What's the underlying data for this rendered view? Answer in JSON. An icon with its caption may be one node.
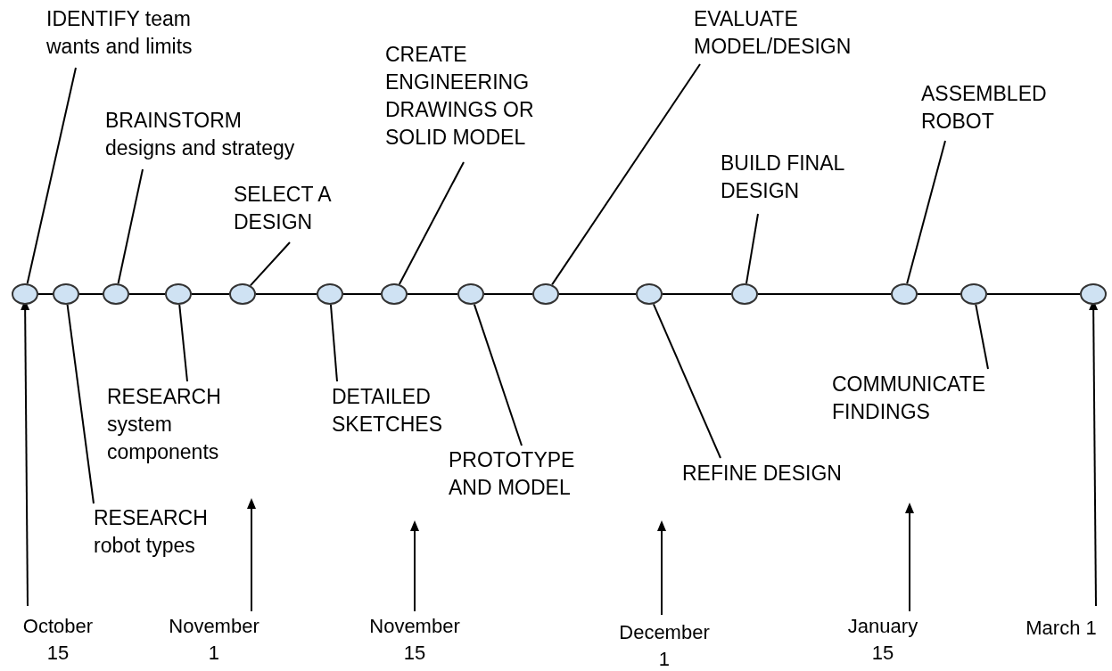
{
  "diagram": {
    "nodes": [
      {
        "text": [],
        "shape": "circle"
      },
      {
        "text": [],
        "shape": "circle"
      },
      {
        "text": [],
        "shape": "circle"
      },
      {
        "text": [],
        "shape": "circle"
      },
      {
        "text": [],
        "shape": "circle"
      },
      {
        "text": [],
        "shape": "circle"
      },
      {
        "text": [],
        "shape": "circle"
      },
      {
        "text": [],
        "shape": "circle"
      },
      {
        "text": [],
        "shape": "circle"
      },
      {
        "text": [],
        "shape": "circle"
      },
      {
        "text": [],
        "shape": "circle"
      },
      {
        "text": [],
        "shape": "circle"
      },
      {
        "text": [],
        "shape": "circle"
      },
      {
        "text": [],
        "shape": "circle"
      },
      {
        "text": [
          "IDENTIFY team wants and limits"
        ]
      },
      {
        "text": [
          "BRAINSTORM",
          "designs and strategy"
        ]
      },
      {
        "text": [
          "SELECT A DESIGN"
        ]
      },
      {
        "text": [
          "CREATE ENGINEERING DRAWINGS OR SOLID MODEL"
        ]
      },
      {
        "text": [
          "EVALUATE MODEL/DESIGN"
        ]
      },
      {
        "text": [
          "BUILD FINAL DESIGN"
        ]
      },
      {
        "text": [
          "ASSEMBLED ROBOT"
        ]
      },
      {
        "text": [
          "RESEARCH",
          "robot types"
        ]
      },
      {
        "text": [
          "RESEARCH",
          "system components"
        ]
      },
      {
        "text": [
          "DETAILED SKETCHES"
        ]
      },
      {
        "text": [
          "PROTOTYPE AND MODEL"
        ]
      },
      {
        "text": [
          "REFINE DESIGN"
        ]
      },
      {
        "text": [
          "COMMUNICATE FINDINGS"
        ]
      },
      {
        "text": [
          "October 15"
        ]
      },
      {
        "text": [
          "November 1"
        ]
      },
      {
        "text": [
          "November 15"
        ]
      },
      {
        "text": [
          "December 1"
        ]
      },
      {
        "text": [
          "January 15"
        ]
      },
      {
        "text": [
          "March 1"
        ]
      }
    ],
    "edges": [
      {
        "from": 0,
        "to": 1,
        "arrow": "none"
      },
      {
        "from": 1,
        "to": 2,
        "arrow": "none"
      },
      {
        "from": 2,
        "to": 3,
        "arrow": "none"
      },
      {
        "from": 3,
        "to": 4,
        "arrow": "none"
      },
      {
        "from": 4,
        "to": 5,
        "arrow": "none"
      },
      {
        "from": 5,
        "to": 6,
        "arrow": "none"
      },
      {
        "from": 6,
        "to": 7,
        "arrow": "none"
      },
      {
        "from": 7,
        "to": 8,
        "arrow": "none"
      },
      {
        "from": 8,
        "to": 9,
        "arrow": "none"
      },
      {
        "from": 9,
        "to": 10,
        "arrow": "none"
      },
      {
        "from": 10,
        "to": 11,
        "arrow": "none"
      },
      {
        "from": 11,
        "to": 12,
        "arrow": "none"
      },
      {
        "from": 12,
        "to": 13,
        "arrow": "none"
      },
      {
        "from": 14,
        "to": 0,
        "arrow": "none"
      },
      {
        "from": 15,
        "to": 2,
        "arrow": "none"
      },
      {
        "from": 16,
        "to": 4,
        "arrow": "none"
      },
      {
        "from": 17,
        "to": 6,
        "arrow": "none"
      },
      {
        "from": 18,
        "to": 8,
        "arrow": "none"
      },
      {
        "from": 19,
        "to": 10,
        "arrow": "none"
      },
      {
        "from": 20,
        "to": 11,
        "arrow": "none"
      },
      {
        "from": 21,
        "to": 1,
        "arrow": "none"
      },
      {
        "from": 22,
        "to": 3,
        "arrow": "none"
      },
      {
        "from": 23,
        "to": 5,
        "arrow": "none"
      },
      {
        "from": 24,
        "to": 7,
        "arrow": "none"
      },
      {
        "from": 25,
        "to": 9,
        "arrow": "none"
      },
      {
        "from": 26,
        "to": 12,
        "arrow": "none"
      },
      {
        "from": 27,
        "to": 0,
        "arrow": "to"
      },
      {
        "from": 28,
        "to": null,
        "arrow": "to"
      },
      {
        "from": 29,
        "to": null,
        "arrow": "to"
      },
      {
        "from": 30,
        "to": null,
        "arrow": "to"
      },
      {
        "from": 31,
        "to": null,
        "arrow": "to"
      },
      {
        "from": 32,
        "to": 13,
        "arrow": "to"
      }
    ]
  }
}
